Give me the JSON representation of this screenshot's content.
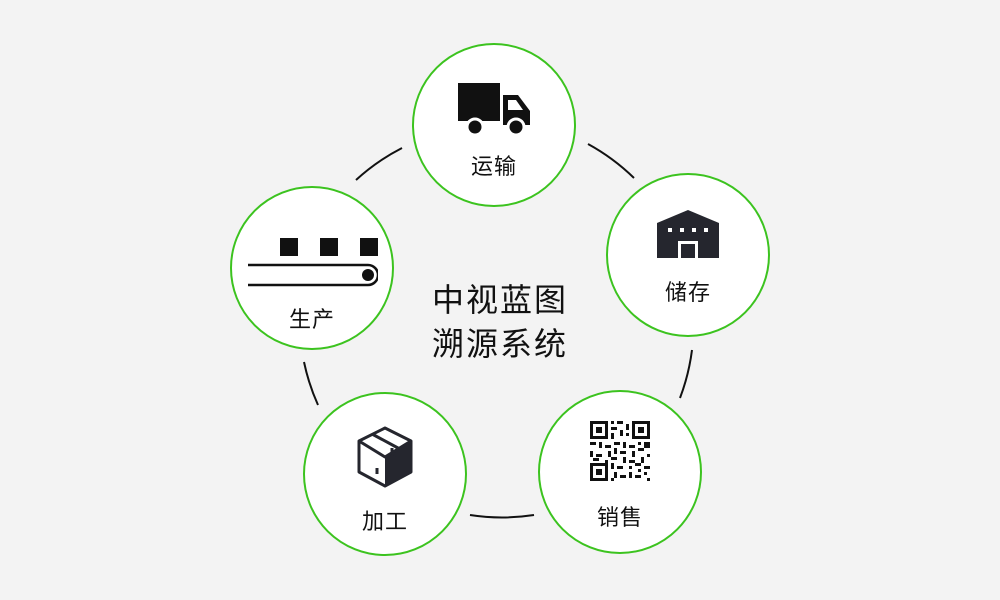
{
  "center": {
    "line1": "中视蓝图",
    "line2": "溯源系统"
  },
  "nodes": {
    "transport": {
      "label": "运输",
      "icon": "truck-icon"
    },
    "storage": {
      "label": "储存",
      "icon": "warehouse-icon"
    },
    "sales": {
      "label": "销售",
      "icon": "qr-code-icon"
    },
    "processing": {
      "label": "加工",
      "icon": "package-box-icon"
    },
    "production": {
      "label": "生产",
      "icon": "conveyor-belt-icon"
    }
  },
  "colors": {
    "accent": "#3cc31f",
    "icon": "#25262e",
    "background": "#f3f3f3",
    "ring": "#111111"
  }
}
